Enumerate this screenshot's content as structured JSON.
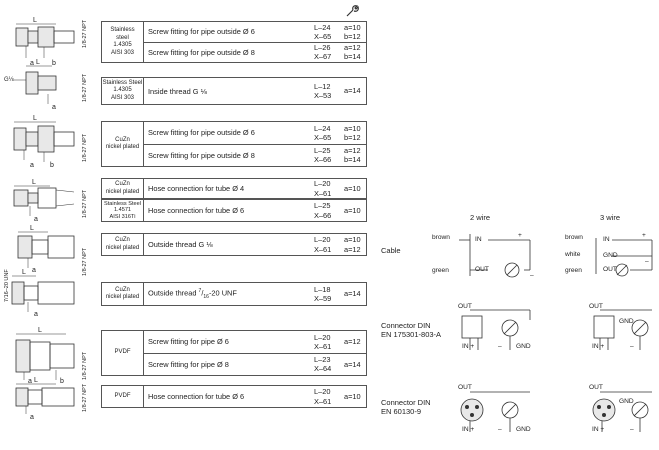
{
  "tool_icon": "wrench-icon",
  "fittings": [
    {
      "material": "Stainless\nsteel\n1.4305\nAISI 303",
      "thread": "1/8-27 NPT",
      "rows": [
        {
          "desc": "Screw fitting for pipe outside Ø 6",
          "lx": "L–24\nX–65",
          "ab": "a=10\nb=12"
        },
        {
          "desc": "Screw fitting for pipe outside Ø 8",
          "lx": "L–26\nX–67",
          "ab": "a=12\nb=14"
        }
      ]
    },
    {
      "material": "Stainless Steel\n1.4305\nAISI 303",
      "thread": "1/8-27 NPT",
      "extra": "G⅛",
      "rows": [
        {
          "desc": "Inside thread G ⅛",
          "lx": "L–12\nX–53",
          "ab": "a=14"
        }
      ]
    },
    {
      "material": "CuZn\nnickel plated",
      "thread": "1/8-27 NPT",
      "rows": [
        {
          "desc": "Screw fitting for pipe outside Ø 6",
          "lx": "L–24\nX–65",
          "ab": "a=10\nb=12"
        },
        {
          "desc": "Screw fitting for pipe outside Ø 8",
          "lx": "L–25\nX–66",
          "ab": "a=12\nb=14"
        }
      ]
    },
    {
      "material": "CuZn\nnickel plated",
      "thread": "1/8-27 NPT",
      "rows": [
        {
          "desc": "Hose connection for tube Ø 4",
          "lx": "L–20\nX–61",
          "ab": "a=10"
        }
      ]
    },
    {
      "material": "Stainless Steel\n1.4571\nAISI 316Ti",
      "rows": [
        {
          "desc": "Hose connection for tube Ø 6",
          "lx": "L–25\nX–66",
          "ab": "a=10"
        }
      ]
    },
    {
      "material": "CuZn\nnickel plated",
      "thread": "1/8-27 NPT",
      "rows": [
        {
          "desc": "Outside thread G ⅛",
          "lx": "L–20\nX–61",
          "ab": "a=10\na=12"
        }
      ]
    },
    {
      "material": "CuZn\nnickel plated",
      "thread": "7/16–20 UNF",
      "rows": [
        {
          "desc_pre": "Outside thread ",
          "desc_sup": "7",
          "desc_sub": "16",
          "desc_post": "-20 UNF",
          "lx": "L–18\nX–59",
          "ab": "a=14"
        }
      ]
    },
    {
      "material": "PVDF",
      "thread": "1/8-27 NPT",
      "rows": [
        {
          "desc": "Screw fitting for pipe Ø 6",
          "lx": "L–20\nX–61",
          "ab": "a=12"
        },
        {
          "desc": "Screw fitting for pipe Ø 8",
          "lx": "L–23\nX–64",
          "ab": "a=14"
        }
      ]
    },
    {
      "material": "PVDF",
      "thread": "1/8-27 NPT",
      "rows": [
        {
          "desc": "Hose connection for tube Ø 6",
          "lx": "L–20\nX–61",
          "ab": "a=10"
        }
      ]
    }
  ],
  "dims": {
    "L": "L",
    "a": "a",
    "b": "b"
  },
  "wiring": {
    "two_wire": "2 wire",
    "three_wire": "3 wire",
    "cable": "Cable",
    "brown": "brown",
    "green": "green",
    "white": "white",
    "in": "IN",
    "out": "OUT",
    "gnd": "GND",
    "plus": "+",
    "minus": "–",
    "in_plus": "IN +",
    "conn1": "Connector DIN\nEN 175301-803-A",
    "conn2": "Connector DIN\nEN 60130-9"
  }
}
